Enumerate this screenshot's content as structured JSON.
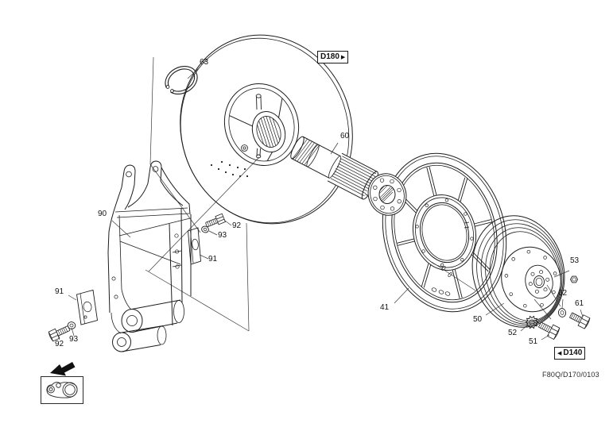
{
  "figure": {
    "code": "F80Q/D170/0103"
  },
  "nav": {
    "next_ref": "D180",
    "prev_ref": "D140"
  },
  "icons": {
    "arrow_right": "▶",
    "arrow_left": "◀"
  },
  "callouts": {
    "41": "41",
    "50": "50",
    "51": "51",
    "52": "52",
    "53": "53",
    "60": "60",
    "61": "61",
    "62": "62",
    "63": "63",
    "90": "90",
    "91": "91",
    "92": "92",
    "93": "93"
  }
}
